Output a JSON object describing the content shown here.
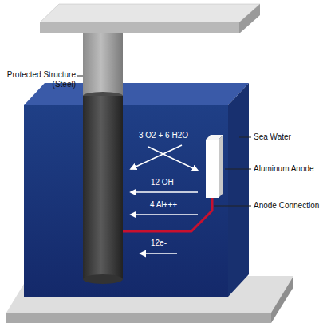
{
  "diagram": {
    "labels": [
      "Protected Structure (Steel)",
      "Sea Water",
      "Aluminum Anode",
      "Anode Connection",
      "3 O2 + 6 H2O",
      "12 OH-",
      "4 Al+++",
      "12e-"
    ]
  }
}
